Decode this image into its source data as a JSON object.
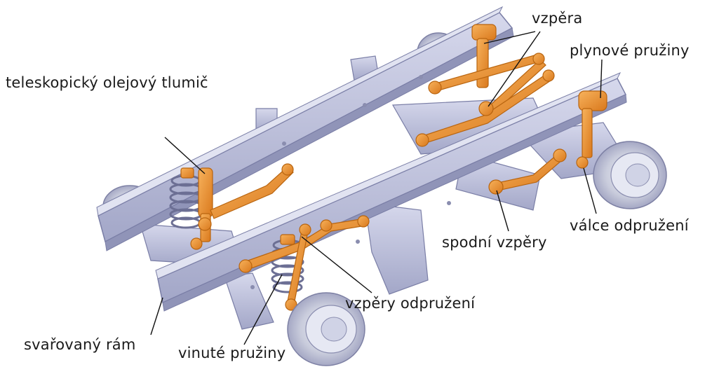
{
  "labels": {
    "telescopic_damper": "teleskopický olejový tlumič",
    "strut": "vzpěra",
    "gas_springs": "plynové pružiny",
    "lower_struts": "spodní vzpěry",
    "suspension_cylinders": "válce odpružení",
    "suspension_struts": "vzpěry odpružení",
    "welded_frame": "svařovaný rám",
    "coil_springs": "vinuté pružiny"
  },
  "colors": {
    "frame": "#b7bad6",
    "frame_light": "#d4d6ea",
    "frame_dark": "#8f93b8",
    "suspension": "#f0922e",
    "suspension_dark": "#c86f16",
    "tire": "#c9ccdc",
    "leader": "#111111"
  }
}
